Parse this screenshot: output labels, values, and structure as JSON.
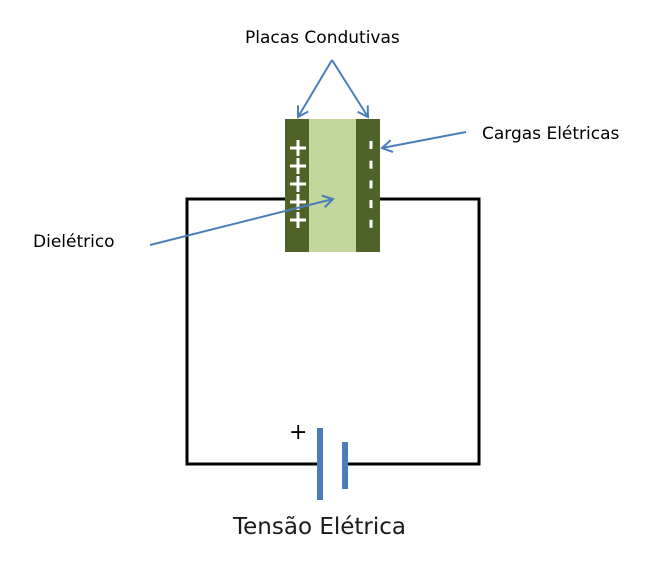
{
  "diagram": {
    "title": "Capacitor circuit",
    "labels": {
      "conductive_plates": "Placas Condutivas",
      "electric_charges": "Cargas Elétricas",
      "dielectric": "Dielétrico",
      "voltage": "Tensão Elétrica",
      "battery_positive": "+"
    },
    "charges": {
      "positive_count": 5,
      "negative_count": 5,
      "positive_symbol": "+",
      "negative_symbol": "-"
    },
    "colors": {
      "plate": "#4f6228",
      "dielectric": "#c3d69b",
      "arrow": "#4a7ebb",
      "wire": "#000000",
      "battery": "#4a7ebb",
      "charge": "#ffffff"
    }
  }
}
